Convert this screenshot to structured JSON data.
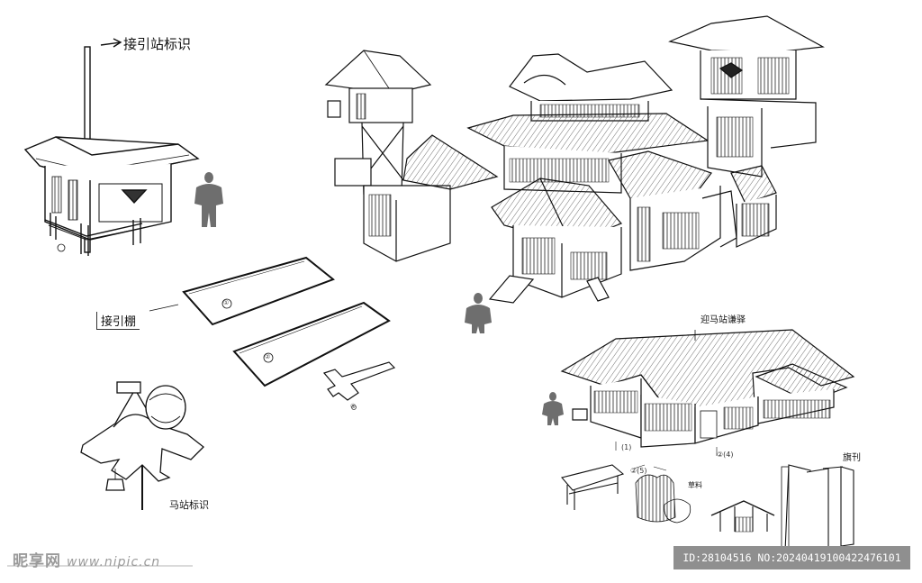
{
  "annotations": {
    "post_sign": "接引站标识",
    "platform_label": "接引棚",
    "horse_station_sign": "马站标识",
    "stable_label": "迎马站谦驿",
    "hay_label": "草料",
    "scroll_label": "旗刊",
    "circle_1": "①",
    "circle_2": "②",
    "circle_3": "③",
    "tiny_a": "(1)",
    "tiny_b": "②(4)",
    "tiny_c": "②(5)"
  },
  "watermark": {
    "site_name": "昵享网",
    "site_url": "www.nipic.cn",
    "id_text": "ID:28104516 NO:20240419100422476101"
  }
}
